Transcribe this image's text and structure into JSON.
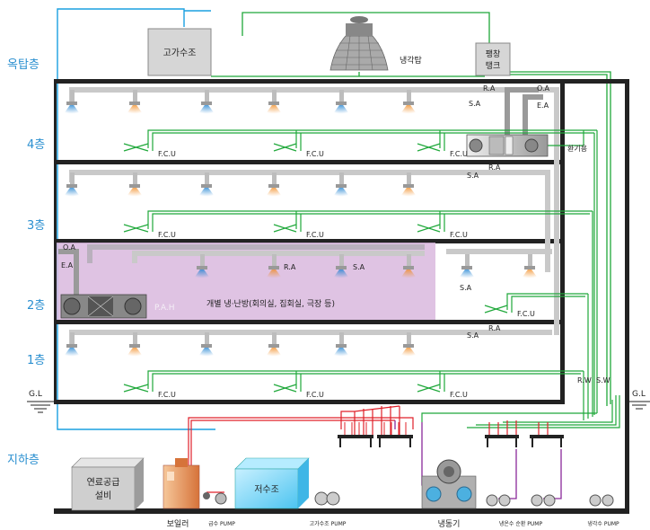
{
  "floors": [
    "옥탑층",
    "4층",
    "3층",
    "2층",
    "1층",
    "지하층"
  ],
  "ground_left": "G.L",
  "ground_right": "G.L",
  "rooftop": {
    "tank": "고가수조",
    "cooling_tower": "냉각탑",
    "expansion_tank_line1": "팽창",
    "expansion_tank_line2": "탱크"
  },
  "labels": {
    "fcu": "F.C.U",
    "ra": "R.A",
    "sa": "S.A",
    "oa": "O.A",
    "ea": "E.A",
    "rw": "R.W",
    "sw": "S.W",
    "ventilation": "환기용",
    "pah": "P.A.H",
    "zone_desc": "개별 냉·난방(회의실, 집회실, 극장 등)"
  },
  "basement": {
    "fuel_line1": "연료공급",
    "fuel_line2": "설비",
    "boiler": "보일러",
    "feed_pump": "급수 PUMP",
    "reservoir": "저수조",
    "reservoir_pump": "고가수조 PUMP",
    "chiller": "냉동기",
    "chw_pump": "냉온수 순환 PUMP",
    "cw_pump": "냉각수 PUMP"
  },
  "colors": {
    "water": "#1aa0e0",
    "green": "#1fa83a",
    "red": "#e0202a",
    "purple": "#8a2a9a",
    "duct": "#c9c9c9",
    "zone": "#d9b9de",
    "outline": "#222222"
  }
}
